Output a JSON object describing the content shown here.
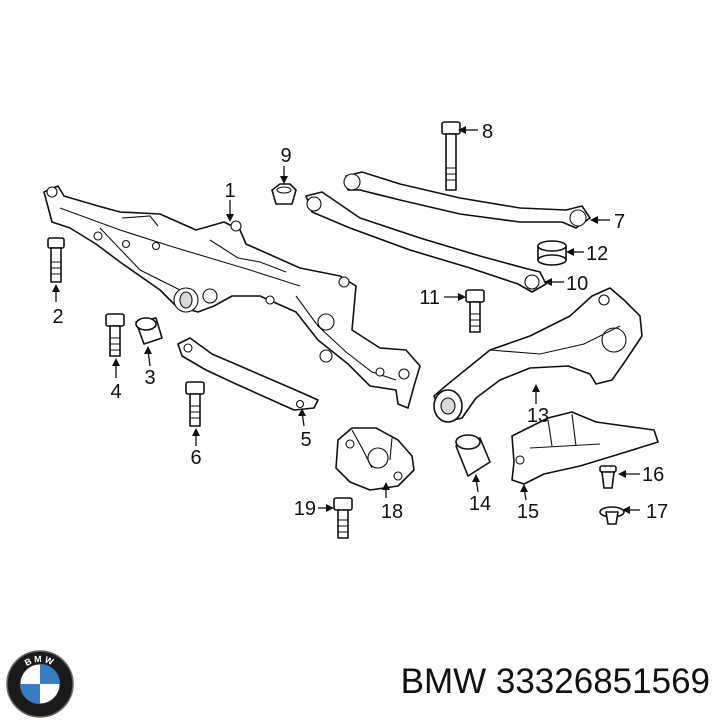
{
  "diagram": {
    "callouts": [
      "1",
      "2",
      "3",
      "4",
      "5",
      "6",
      "7",
      "8",
      "9",
      "10",
      "11",
      "12",
      "13",
      "14",
      "15",
      "16",
      "17",
      "18",
      "19"
    ]
  },
  "footer": {
    "logo_text": "BMW",
    "brand": "BMW",
    "part_number": "33326851569"
  }
}
